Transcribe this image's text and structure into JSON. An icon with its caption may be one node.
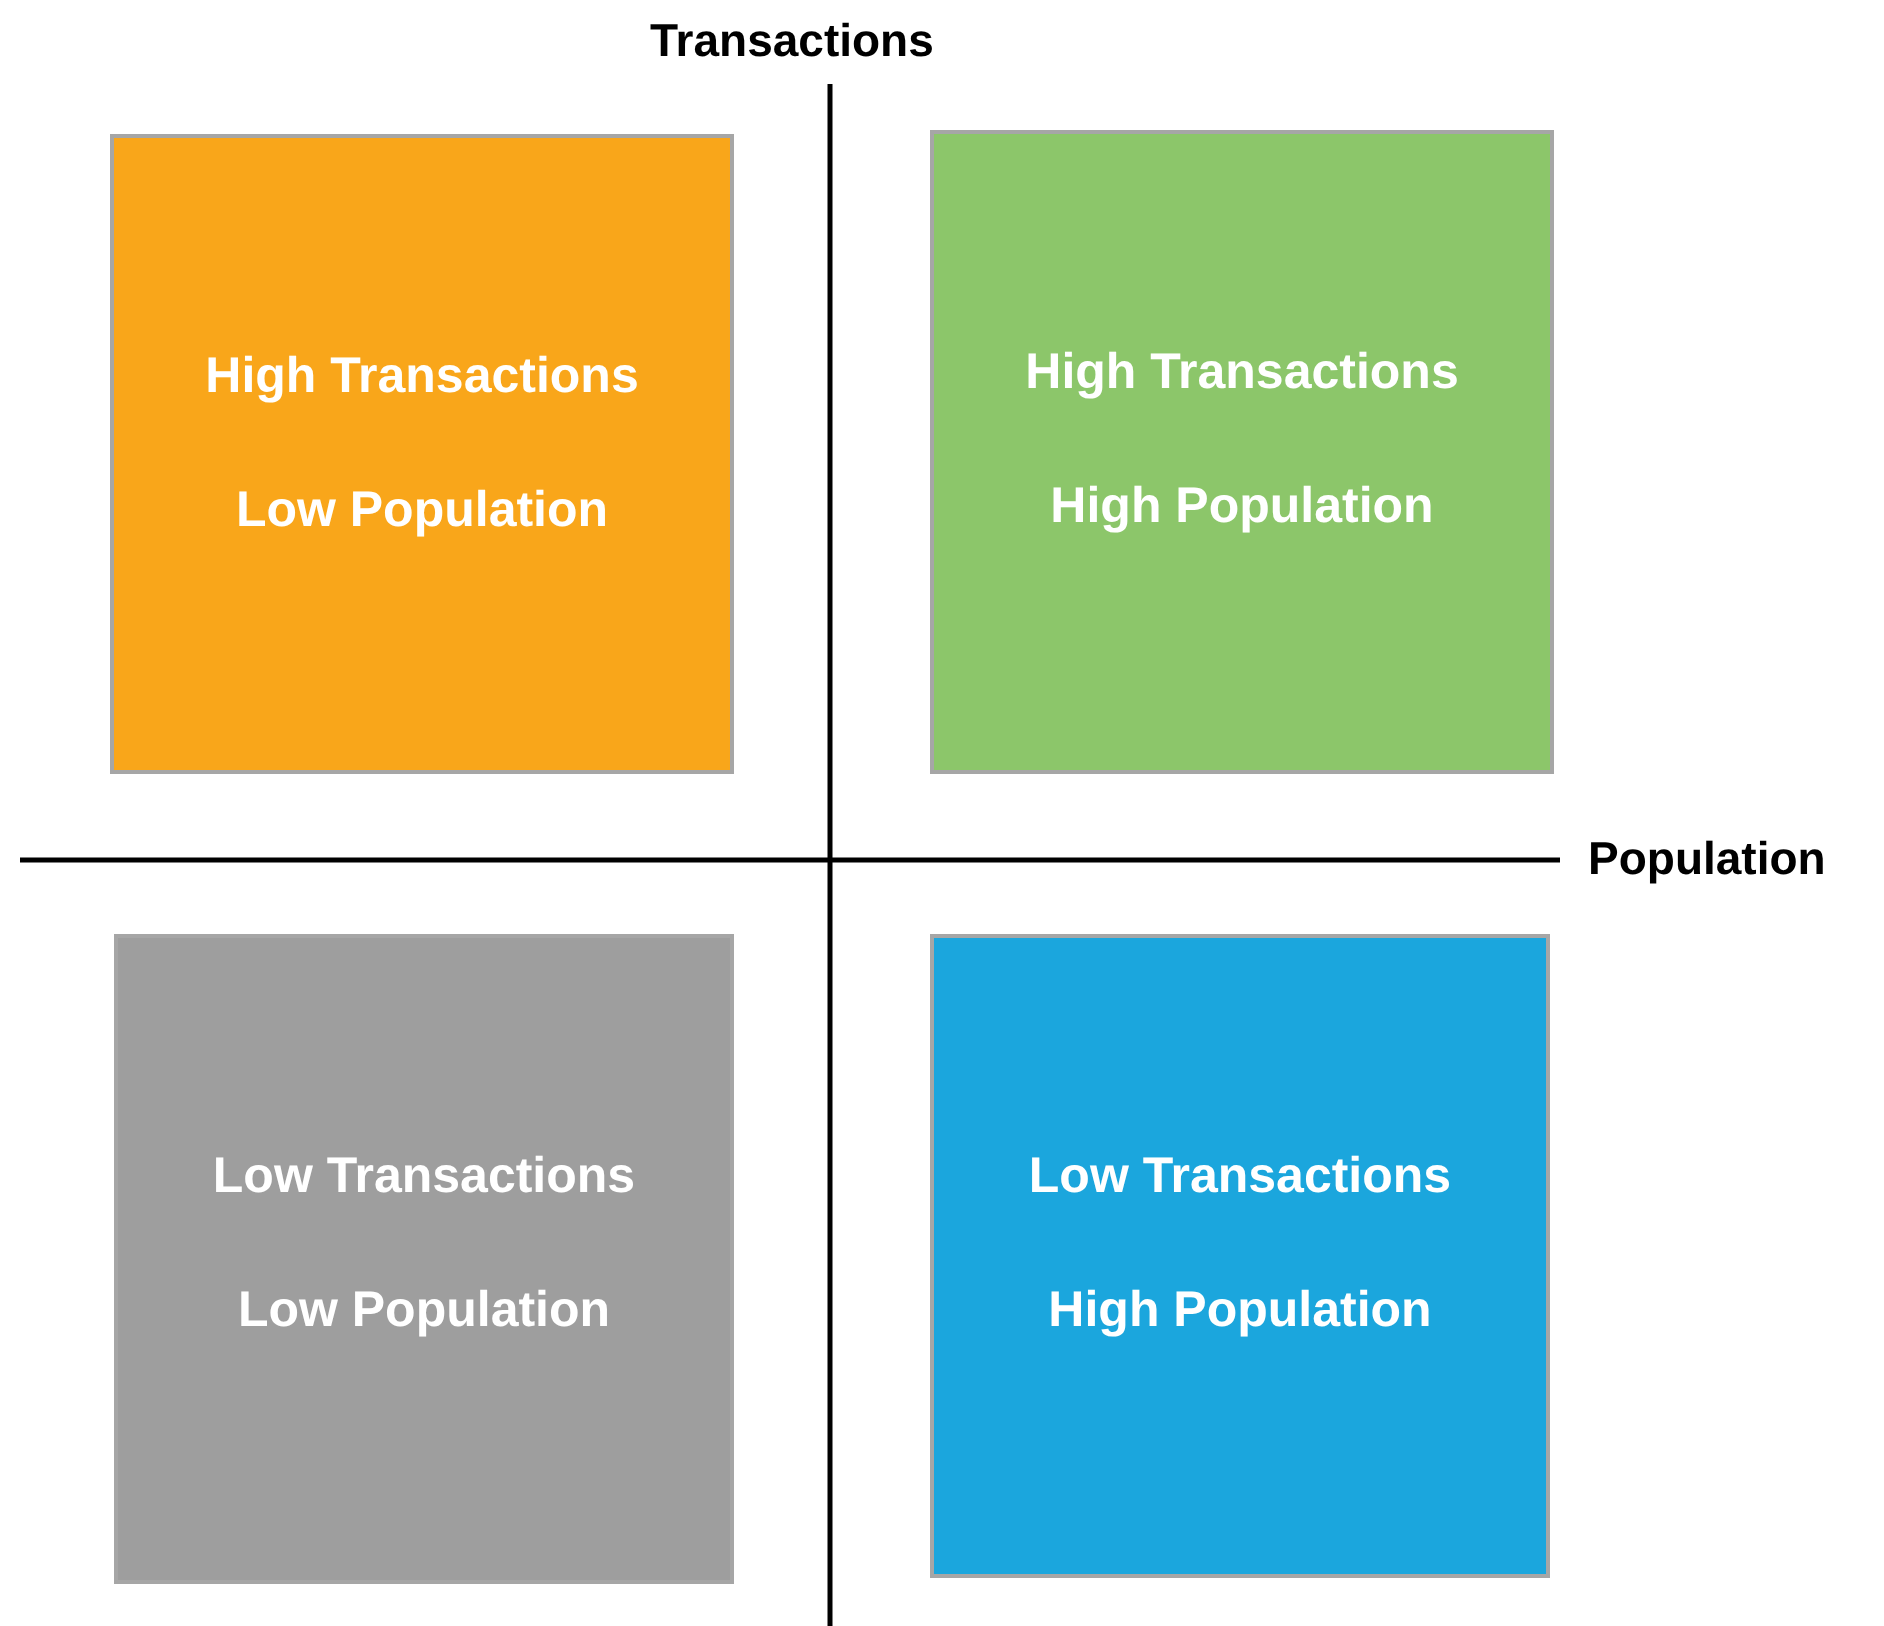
{
  "diagram": {
    "nodes": [
      {
        "text": [
          "High Transactions",
          "Low Population"
        ]
      },
      {
        "text": [
          "High Transactions",
          "High Population"
        ]
      },
      {
        "text": [
          "Low Transactions",
          "Low Population"
        ]
      },
      {
        "text": [
          "Low Transactions",
          "High Population"
        ]
      }
    ],
    "labels": [
      "Transactions",
      "Population"
    ]
  }
}
